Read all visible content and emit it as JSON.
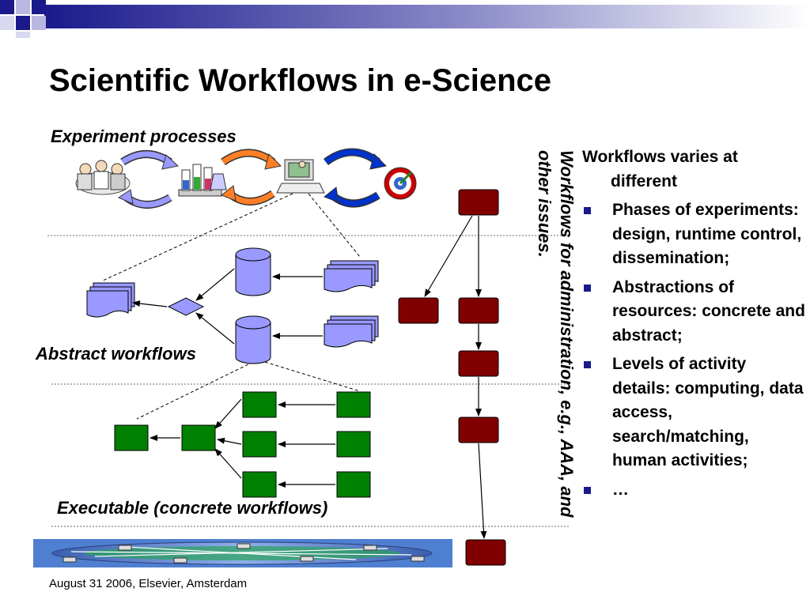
{
  "slide": {
    "title": "Scientific Workflows in e-Science",
    "footer": "August 31 2006, Elsevier, Amsterdam"
  },
  "diagram": {
    "labels": {
      "experiment": "Experiment processes",
      "abstract": "Abstract workflows",
      "executable": "Executable (concrete workflows)"
    },
    "vertical_text": "Workflows for administration, e.g., AAA, and other issues."
  },
  "side_list": {
    "intro": "Workflows varies at different",
    "items": [
      "Phases of experiments: design, runtime control, dissemination;",
      "Abstractions of resources: concrete and abstract;",
      "Levels of activity details: computing, data access, search/matching, human activities;",
      "…"
    ]
  },
  "colors": {
    "accent_blue": "#1a1a8c",
    "shape_blue": "#9999ff",
    "node_green": "#008000",
    "node_maroon": "#800000",
    "arrow_orange": "#ff7f27",
    "arrow_blue": "#0033cc"
  }
}
